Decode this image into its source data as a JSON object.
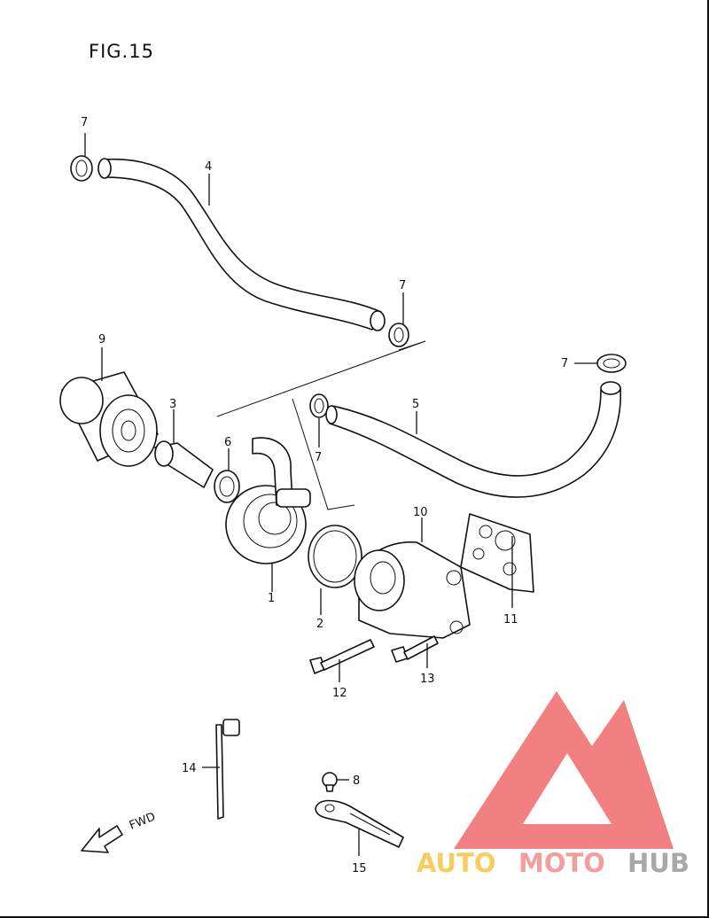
{
  "figure": {
    "title": "FIG.15"
  },
  "parts": [
    {
      "id": "label-1",
      "text": "1"
    },
    {
      "id": "label-2",
      "text": "2"
    },
    {
      "id": "label-3",
      "text": "3"
    },
    {
      "id": "label-4",
      "text": "4"
    },
    {
      "id": "label-5",
      "text": "5"
    },
    {
      "id": "label-6",
      "text": "6"
    },
    {
      "id": "label-7a",
      "text": "7"
    },
    {
      "id": "label-7b",
      "text": "7"
    },
    {
      "id": "label-7c",
      "text": "7"
    },
    {
      "id": "label-7d",
      "text": "7"
    },
    {
      "id": "label-8",
      "text": "8"
    },
    {
      "id": "label-9",
      "text": "9"
    },
    {
      "id": "label-10",
      "text": "10"
    },
    {
      "id": "label-11",
      "text": "11"
    },
    {
      "id": "label-12",
      "text": "12"
    },
    {
      "id": "label-13",
      "text": "13"
    },
    {
      "id": "label-14",
      "text": "14"
    },
    {
      "id": "label-15",
      "text": "15"
    }
  ],
  "direction": {
    "label": "FWD"
  },
  "watermark": {
    "auto": "AUTO",
    "moto": "MOTO",
    "hub": "HUB",
    "colors": {
      "auto": "#f5c542",
      "moto": "#f28c8c",
      "hub": "#9a9a9a",
      "logo": "#f26b6b"
    }
  }
}
